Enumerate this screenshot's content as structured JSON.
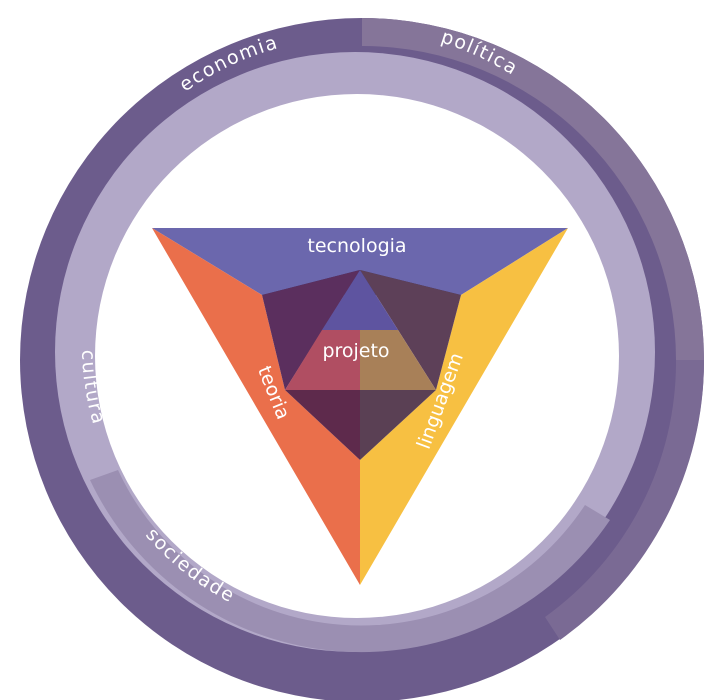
{
  "diagram": {
    "ring_labels": {
      "economia": "economia",
      "politica": "política",
      "cultura": "cultura",
      "sociedade": "sociedade"
    },
    "triangle_labels": {
      "tecnologia": "tecnologia",
      "projeto": "projeto",
      "teoria": "teoria",
      "linguagem": "linguagem"
    },
    "colors": {
      "outer_ring_dark": "#6c5c8c",
      "outer_ring_mid": "#857599",
      "inner_ring_light": "#b2a8c8",
      "inner_ring_mid": "#9b8fb2",
      "tecnologia_blue": "#6b67ad",
      "teoria_orange": "#ea6f4b",
      "linguagem_yellow": "#f7c042",
      "center_dark": "#3c3062",
      "projeto_blue": "#5e54a0",
      "projeto_red": "#b04e62",
      "projeto_brown": "#a88058"
    }
  }
}
